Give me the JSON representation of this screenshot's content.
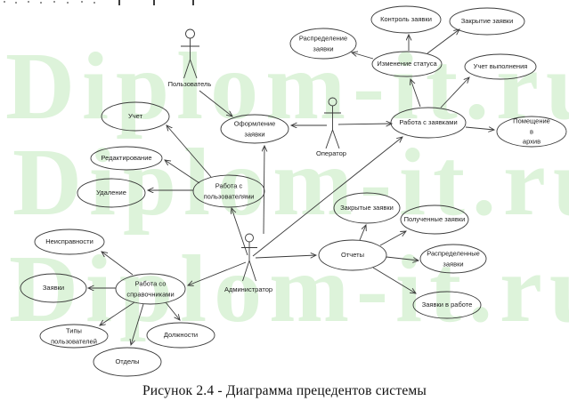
{
  "document": {
    "caption": "Рисунок 2.4 -  Диаграмма прецедентов системы"
  },
  "watermark": {
    "text": "Diplom-it.ru",
    "color": "#ddf3da"
  },
  "diagram": {
    "type": "uml-use-case-diagram",
    "actors": [
      {
        "id": "user",
        "label": "Пользователь"
      },
      {
        "id": "operator",
        "label": "Оператор"
      },
      {
        "id": "admin",
        "label": "Администратор"
      }
    ],
    "use_cases": [
      {
        "id": "uchet",
        "label": "Учет"
      },
      {
        "id": "redaktirovanie",
        "label": "Редактирование"
      },
      {
        "id": "udalenie",
        "label": "Удаление"
      },
      {
        "id": "oformlenie-zayavki",
        "label": "Оформление\nзаявки"
      },
      {
        "id": "rabota-s-polzovatelyami",
        "label": "Работа с\nпользователями"
      },
      {
        "id": "kontrol-zayavki",
        "label": "Контроль заявки"
      },
      {
        "id": "zakrytie-zayavki",
        "label": "Закрытие заявки"
      },
      {
        "id": "raspredelenie-zayavki",
        "label": "Распределение\nзаявки"
      },
      {
        "id": "izmenenie-statusa",
        "label": "Изменение статуса"
      },
      {
        "id": "uchet-vypolneniya",
        "label": "Учет выполнения"
      },
      {
        "id": "rabota-s-zayavkami",
        "label": "Работа с заявками"
      },
      {
        "id": "pomeshchenie-v-arkhiv",
        "label": "Помещение в\nархив"
      },
      {
        "id": "zakrytye-zayavki",
        "label": "Закрытые заявки"
      },
      {
        "id": "poluchennye-zayavki",
        "label": "Полученные заявки"
      },
      {
        "id": "otchety",
        "label": "Отчеты"
      },
      {
        "id": "raspredelennye-zayavki",
        "label": "Распределенные\nзаявки"
      },
      {
        "id": "zayavki-v-rabote",
        "label": "Заявки в работе"
      },
      {
        "id": "neispravnosti",
        "label": "Неисправности"
      },
      {
        "id": "zayavki",
        "label": "Заявки"
      },
      {
        "id": "rabota-so-spravochnikami",
        "label": "Работа со\nсправочниками"
      },
      {
        "id": "tipy-polzovatelej",
        "label": "Типы\nпользователей"
      },
      {
        "id": "dolzhnosti",
        "label": "Должности"
      },
      {
        "id": "otdely",
        "label": "Отделы"
      }
    ]
  }
}
